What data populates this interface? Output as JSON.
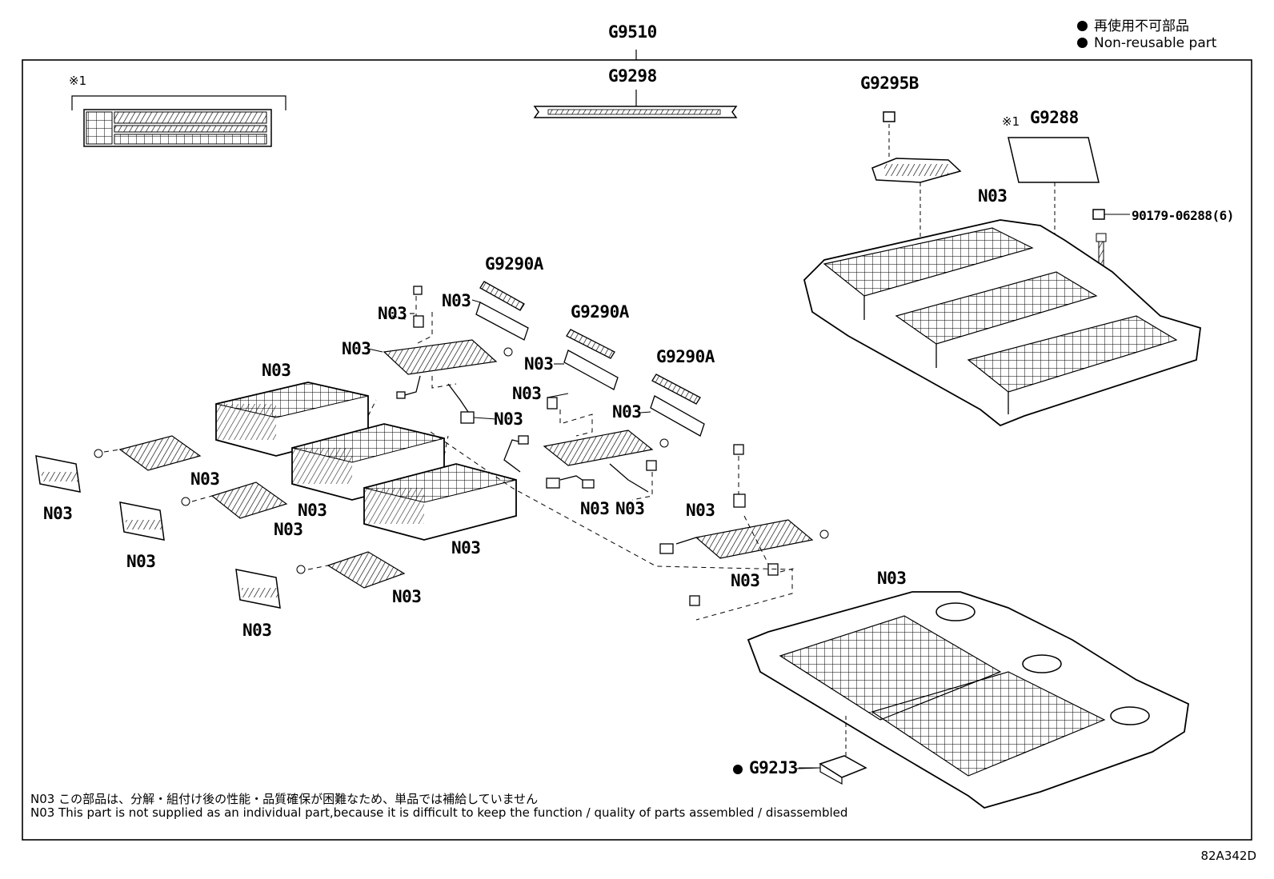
{
  "legend": {
    "items": [
      {
        "text": "再使用不可部品"
      },
      {
        "text": "Non-reusable part"
      }
    ]
  },
  "labels": {
    "g9510": "G9510",
    "g9298": "G9298",
    "g9295b": "G9295B",
    "g9288": "G9288",
    "g9288_mark": "※1",
    "label_mark": "※1",
    "g9290a": "G9290A",
    "n03": "N03",
    "bolt": "90179-06288(6)",
    "g92j3": "G92J3"
  },
  "notes": {
    "jp": "N03 この部品は、分解・組付け後の性能・品質確保が困難なため、単品では補給していません",
    "en": "N03 This part is not supplied as an individual part,because it is difficult to keep the function / quality of parts assembled / disassembled"
  },
  "drawing_code": "82A342D"
}
